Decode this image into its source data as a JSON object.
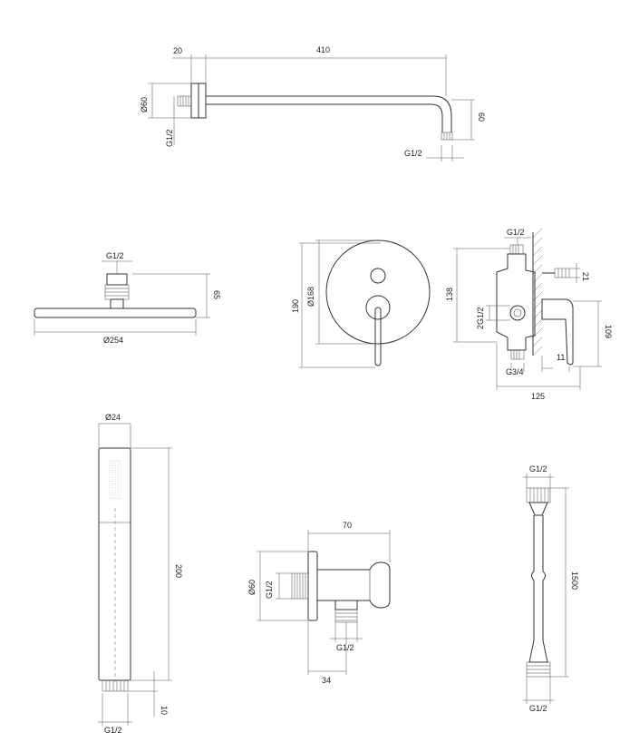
{
  "shower_arm": {
    "dim_flange": "20",
    "dim_length": "410",
    "dim_flange_dia": "Ø60",
    "dim_thread_left": "G1/2",
    "dim_drop": "60",
    "dim_thread_outlet": "G1/2"
  },
  "shower_head": {
    "dim_thread": "G1/2",
    "dim_height": "65",
    "dim_diameter": "Ø254"
  },
  "mixer_front": {
    "dim_height": "190",
    "dim_plate": "Ø168"
  },
  "mixer_side": {
    "dim_inlet_top": "G1/2",
    "dim_height": "138",
    "dim_outlet_side": "2G1/2",
    "dim_21": "21",
    "dim_109": "109",
    "dim_11": "11",
    "dim_inlet_bottom": "G3/4",
    "dim_depth": "125"
  },
  "hand_shower": {
    "dim_diameter": "Ø24",
    "dim_length": "200",
    "dim_thread_len": "10",
    "dim_thread": "G1/2"
  },
  "wall_outlet": {
    "dim_length": "70",
    "dim_flange": "Ø60",
    "dim_thread_in": "G1/2",
    "dim_thread_out": "G1/2",
    "dim_34": "34"
  },
  "hose": {
    "dim_thread_top": "G1/2",
    "dim_length": "1500",
    "dim_thread_bottom": "G1/2"
  }
}
